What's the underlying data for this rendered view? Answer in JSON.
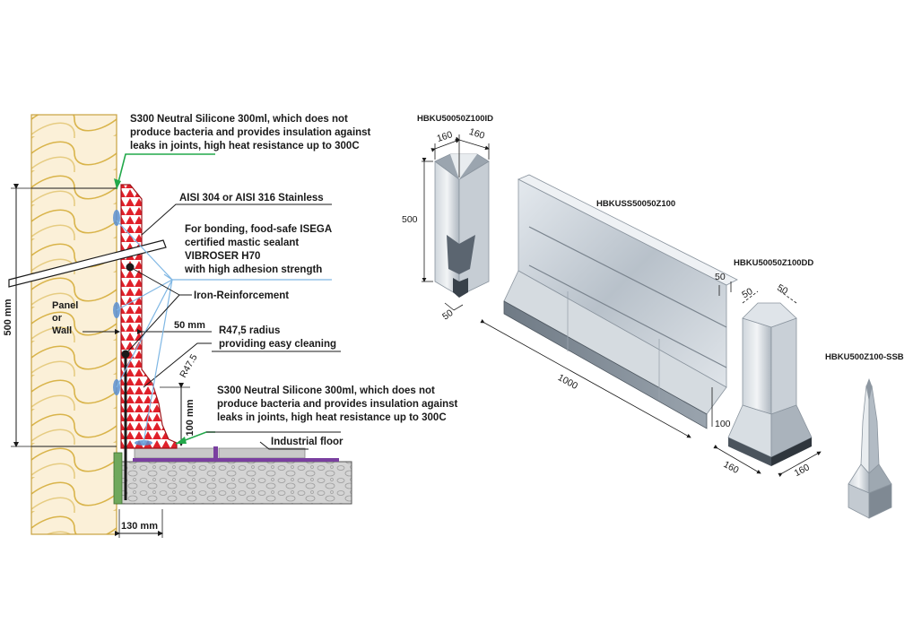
{
  "colors": {
    "insulation_fill": "#fbf0d8",
    "insulation_line": "#d9b44a",
    "red_profile": "#e0202a",
    "leader_green": "#22a84a",
    "leader_blue": "#7fb7e4",
    "concrete": "#d4d4d4",
    "floor_tile": "#c9c9c9",
    "purple_membrane": "#7a3fa0",
    "steel_light": "#e4e9ee",
    "steel_mid": "#b8c1ca",
    "steel_dark": "#6f7a85"
  },
  "section": {
    "callout_silicone_top": [
      "S300 Neutral Silicone 300ml, which does not",
      "produce bacteria and provides insulation against",
      "leaks in joints, high heat resistance up to 300C"
    ],
    "callout_stainless": "AISI 304 or AISI 316 Stainless",
    "callout_mastic": [
      "For bonding, food-safe ISEGA",
      "certified mastic sealant",
      "VIBROSER H70",
      "with high adhesion strength"
    ],
    "callout_iron": "Iron-Reinforcement",
    "dim_50mm": "50 mm",
    "callout_radius": [
      "R47,5 radius",
      "providing easy cleaning"
    ],
    "radius_label": "R47.5",
    "dim_100mm": "100 mm",
    "callout_silicone_bottom": [
      "S300 Neutral Silicone 300ml, which does not",
      "produce bacteria and provides insulation against",
      "leaks in joints, high heat resistance up to 300C"
    ],
    "callout_floor": "Industrial floor",
    "panel_label": [
      "Panel",
      "or",
      "Wall"
    ],
    "dim_500mm": "500 mm",
    "dim_130mm": "130 mm"
  },
  "products": {
    "inside_corner": {
      "code": "HBKU50050Z100ID",
      "dim_a": "160",
      "dim_b": "160",
      "dim_height": "500",
      "dim_base": "50"
    },
    "straight": {
      "code": "HBKUSS50050Z100",
      "dim_length": "1000",
      "dim_top": "50",
      "dim_height": "100"
    },
    "outside_corner": {
      "code": "HBKU50050Z100DD",
      "dim_a": "50",
      "dim_b": "50",
      "dim_c": "160",
      "dim_d": "160"
    },
    "end_cap": {
      "code": "HBKU500Z100-SSB"
    }
  }
}
